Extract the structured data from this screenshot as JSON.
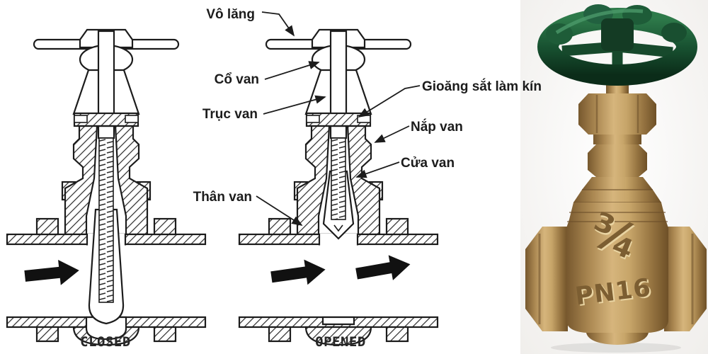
{
  "diagram": {
    "labels": {
      "vo_lang": "Vô lăng",
      "co_van": "Cổ van",
      "truc_van": "Trục van",
      "gioang": "Gioăng sắt làm kín",
      "nap_van": "Nắp van",
      "cua_van": "Cửa van",
      "than_van": "Thân van"
    },
    "captions": {
      "closed": "CLOSED",
      "opened": "OPENED"
    },
    "line_color": "#1c1c1c",
    "background": "#ffffff"
  },
  "photo": {
    "markings": {
      "size": "¾",
      "rating": "PN16"
    },
    "colors": {
      "handwheel_green": "#1b5232",
      "brass": "#c0a06a"
    }
  }
}
